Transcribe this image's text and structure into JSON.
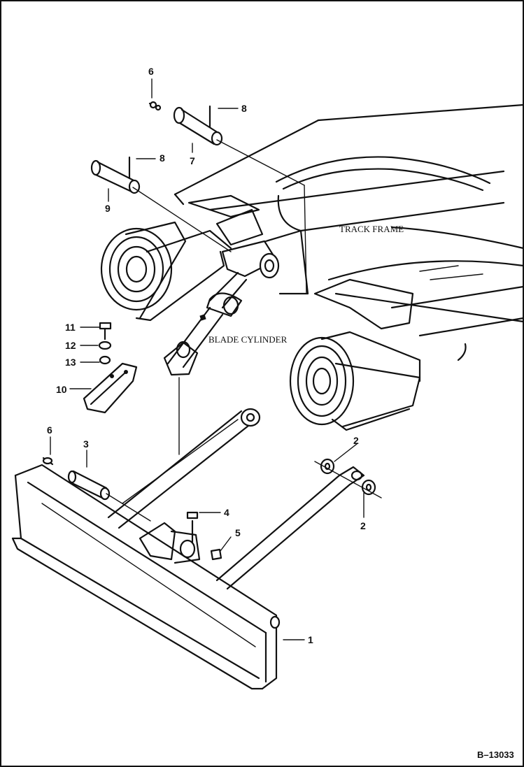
{
  "callouts": {
    "c1": "1",
    "c2a": "2",
    "c2b": "2",
    "c3": "3",
    "c4": "4",
    "c5": "5",
    "c6a": "6",
    "c6b": "6",
    "c7": "7",
    "c8a": "8",
    "c8b": "8",
    "c9": "9",
    "c10": "10",
    "c11": "11",
    "c12": "12",
    "c13": "13"
  },
  "labels": {
    "track_frame": "TRACK FRAME",
    "blade_cylinder": "BLADE CYLINDER"
  },
  "figure_id": "B–13033"
}
